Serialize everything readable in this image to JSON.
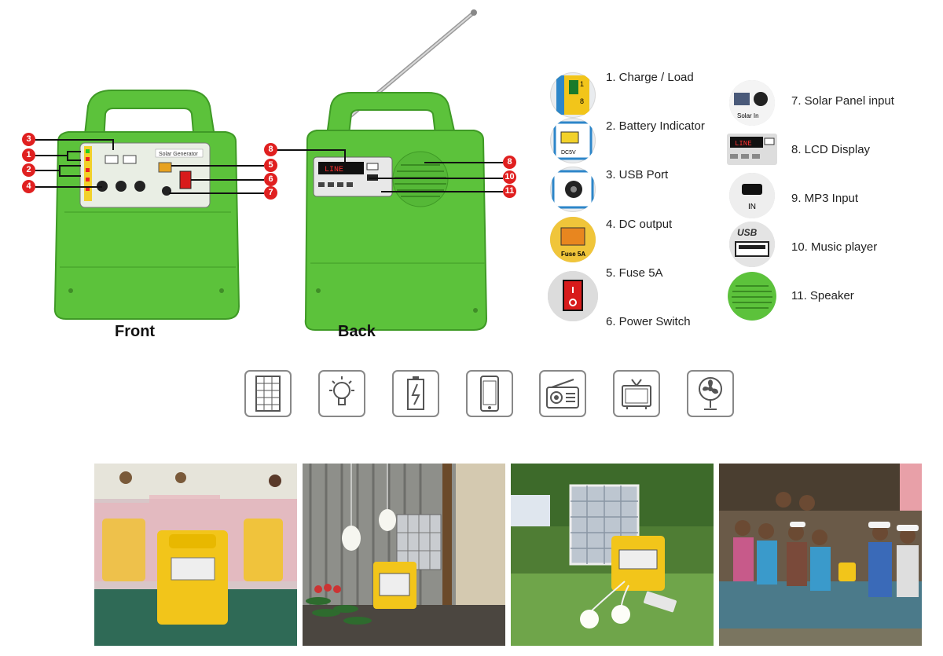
{
  "product": {
    "front_caption": "Front",
    "back_caption": "Back",
    "device_title": "Solar Generator",
    "front_badges": [
      "3",
      "1",
      "2",
      "4",
      "5",
      "6",
      "7"
    ],
    "back_badges": [
      "8",
      "8",
      "10",
      "11"
    ],
    "lcd_text": "LINE"
  },
  "features": {
    "left": [
      {
        "label": "1. Charge / Load",
        "icon": "charge-load-indicator-icon"
      },
      {
        "label": "2. Battery Indicator",
        "icon": "battery-indicator-icon"
      },
      {
        "label": "3. USB Port",
        "icon": "usb-port-icon"
      },
      {
        "label": "4. DC output",
        "icon": "dc-output-icon"
      },
      {
        "label": "5. Fuse 5A",
        "icon": "fuse-icon"
      },
      {
        "label": "6. Power Switch",
        "icon": "power-switch-icon"
      }
    ],
    "right": [
      {
        "label": "7. Solar Panel input",
        "icon": "solar-panel-input-icon"
      },
      {
        "label": "8. LCD Display",
        "icon": "lcd-display-icon"
      },
      {
        "label": "9. MP3 Input",
        "icon": "mp3-input-icon"
      },
      {
        "label": "10. Music player",
        "icon": "music-player-icon"
      },
      {
        "label": "11. Speaker",
        "icon": "speaker-icon"
      }
    ]
  },
  "thumb_texts": {
    "fuse": "Fuse 5A",
    "solar": "Solar In",
    "mp3": "IN",
    "usb": "USB",
    "dc": "DC5V"
  },
  "applications": [
    "solar-panel-icon",
    "light-bulb-icon",
    "battery-icon",
    "phone-icon",
    "radio-icon",
    "tv-icon",
    "fan-icon"
  ],
  "photos": [
    {
      "name": "factory-photo"
    },
    {
      "name": "market-stall-photo"
    },
    {
      "name": "garden-photo"
    },
    {
      "name": "children-photo"
    }
  ],
  "colors": {
    "device_green": "#5cc23b",
    "device_yellow": "#f2c51a",
    "badge_red": "#e02020"
  }
}
